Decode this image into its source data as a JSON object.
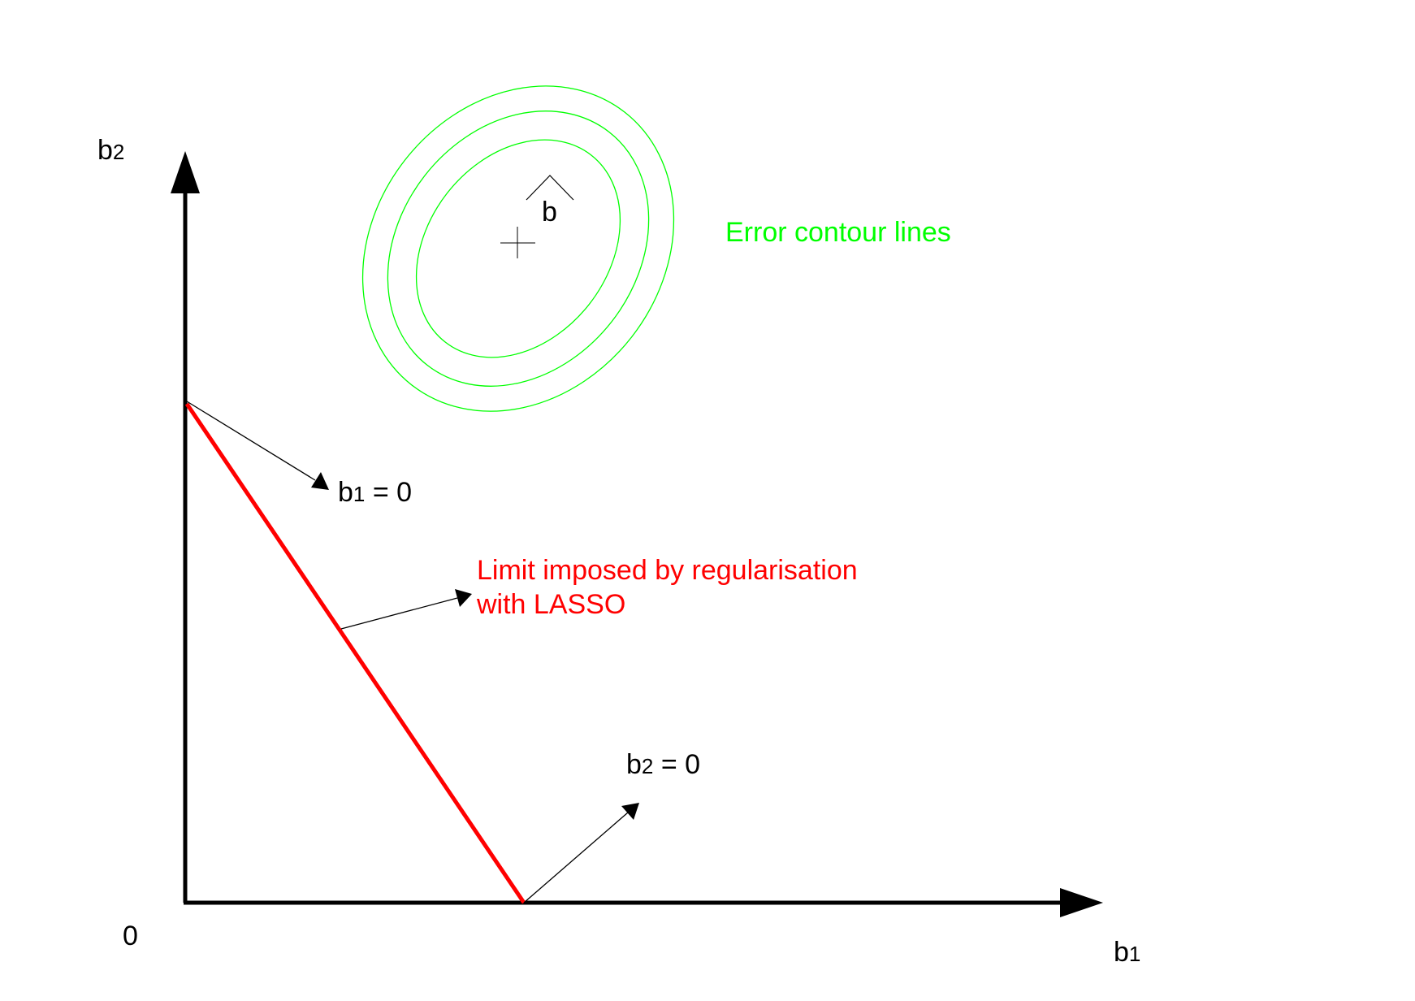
{
  "labels": {
    "y_axis_base": "b",
    "y_axis_sub": "2",
    "x_axis_base": "b",
    "x_axis_sub": "1",
    "origin": "0",
    "b_hat": "b",
    "contour_label": "Error contour lines",
    "b1_zero_base": "b",
    "b1_zero_sub": "1",
    "b1_zero_rest": " = 0",
    "b2_zero_base": "b",
    "b2_zero_sub": "2",
    "b2_zero_rest": " = 0",
    "lasso_line1": "Limit imposed by regularisation",
    "lasso_line2": "with LASSO"
  },
  "colors": {
    "axis": "#000000",
    "constraint": "#ff0000",
    "contours": "#00ff00",
    "pointer_arrows": "#000000"
  }
}
